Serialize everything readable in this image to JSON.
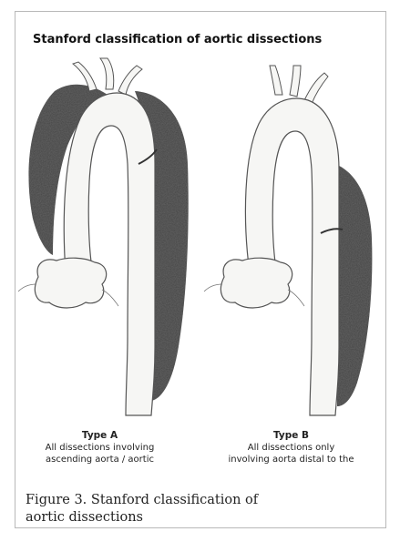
{
  "diagram": {
    "title": "Stanford classification of aortic dissections"
  },
  "panels": [
    {
      "label": "Type A",
      "description_line1": "All dissections involving",
      "description_line2": "ascending aorta / aortic"
    },
    {
      "label": "Type B",
      "description_line1": "All dissections only",
      "description_line2": "involving aorta distal to the"
    }
  ],
  "figure": {
    "caption_line1": "Figure 3. Stanford classification of",
    "caption_line2": "aortic dissections"
  },
  "colors": {
    "dissection_fill": "#4a4a4a",
    "aorta_fill": "#f6f6f4",
    "outline": "#555555"
  }
}
